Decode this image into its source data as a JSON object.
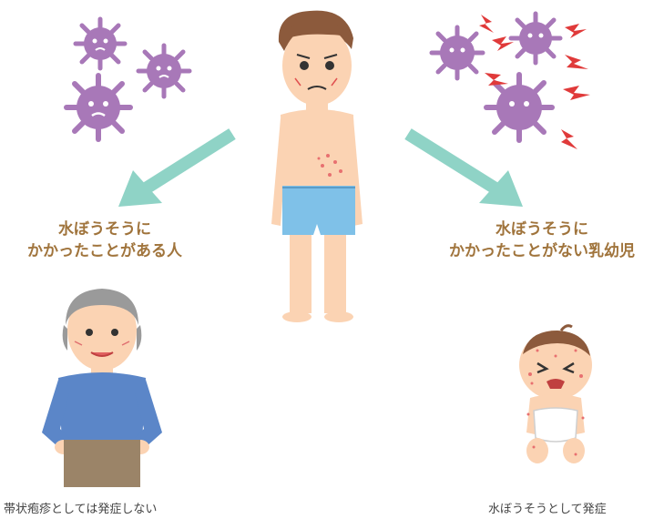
{
  "left_heading": {
    "line1": "水ぼうそうに",
    "line2": "かかったことがある人"
  },
  "right_heading": {
    "line1": "水ぼうそうに",
    "line2": "かかったことがない乳幼児"
  },
  "left_caption": "帯状疱疹としては発症しない",
  "right_caption": "水ぼうそうとして発症",
  "colors": {
    "virus": "#a878b8",
    "arrow": "#8fd3c6",
    "heading_text": "#a0743c",
    "skin": "#fbd3b3",
    "shorts": "#7fc1e8",
    "shirt": "#5b86c8",
    "pants": "#9b8468",
    "lightning": "#e03a3a"
  },
  "icons": [
    "virus-icon",
    "arrow-icon",
    "lightning-icon",
    "man-figure",
    "elder-figure",
    "baby-figure"
  ]
}
